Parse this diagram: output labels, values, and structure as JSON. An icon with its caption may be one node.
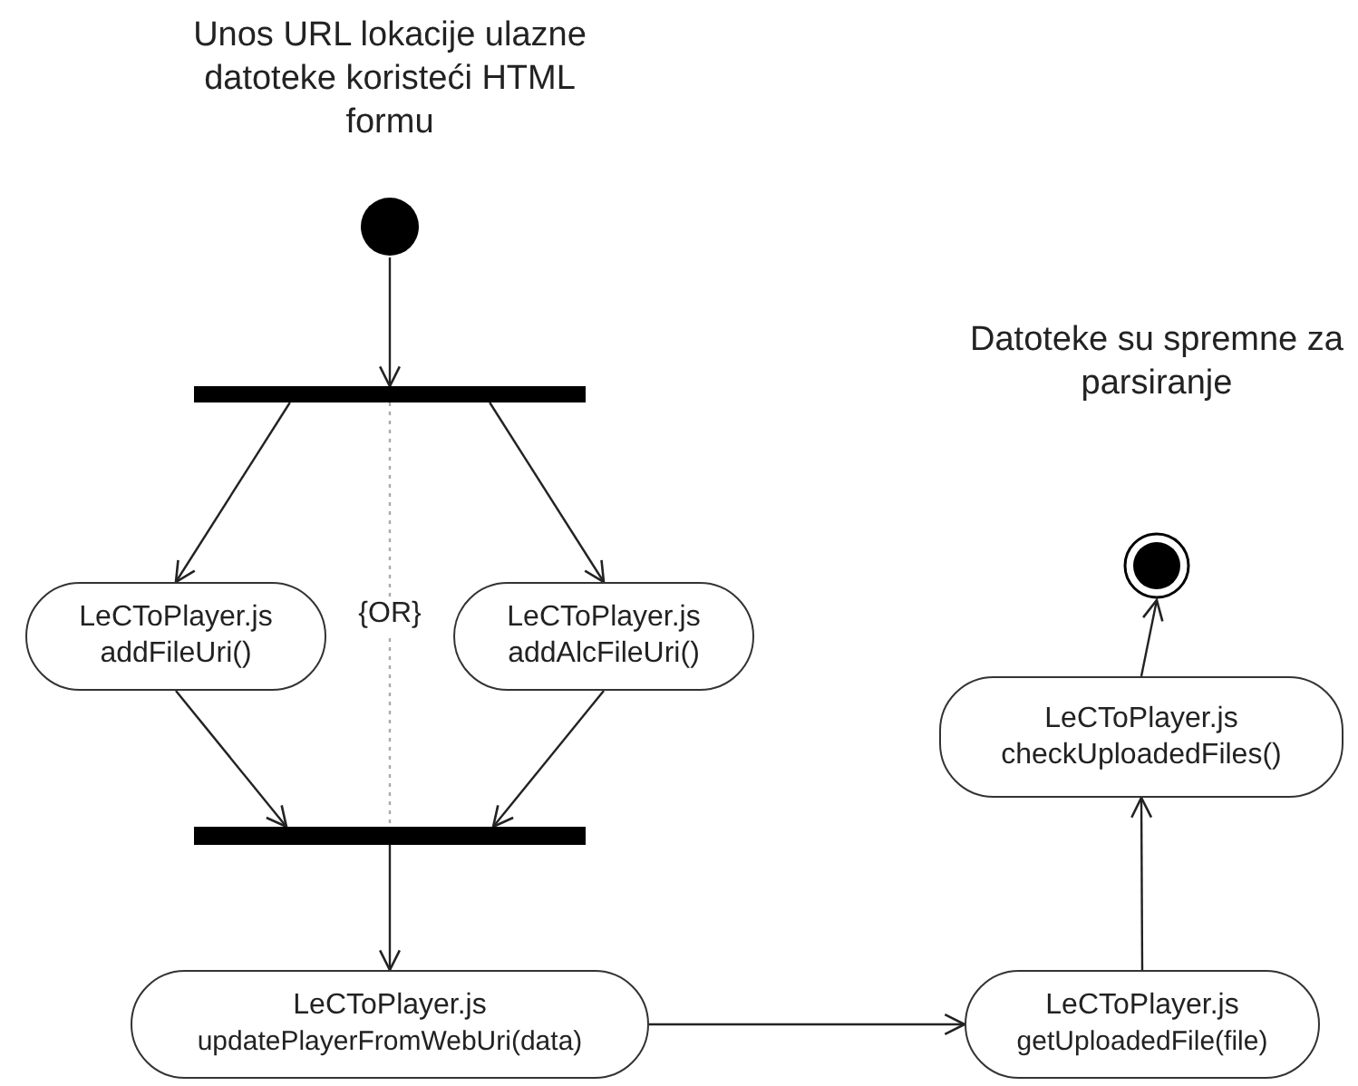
{
  "diagram": {
    "nodes": [
      {
        "text": [
          "Unos URL lokacije ulazne datoteke koristeći HTML formu"
        ]
      },
      {
        "text": [],
        "shape": "bar"
      },
      {
        "text": [
          "LeCToPlayer.js",
          "addFileUri()"
        ]
      },
      {
        "text": [
          "LeCToPlayer.js",
          "addAlcFileUri()"
        ]
      },
      {
        "text": [],
        "shape": "bar"
      },
      {
        "text": [
          "LeCToPlayer.js",
          "updatePlayerFromWebUri(data)"
        ]
      },
      {
        "text": [
          "LeCToPlayer.js",
          "getUploadedFile(file)"
        ]
      },
      {
        "text": [
          "LeCToPlayer.js",
          "checkUploadedFiles()"
        ]
      },
      {
        "text": [
          "Datoteke su spremne za parsiranje"
        ]
      }
    ],
    "edges": [
      {
        "from": 0,
        "to": 1,
        "arrow": "to"
      },
      {
        "from": 1,
        "to": 2,
        "arrow": "to"
      },
      {
        "from": 1,
        "to": 3,
        "arrow": "to"
      },
      {
        "from": 2,
        "to": 4,
        "arrow": "to"
      },
      {
        "from": 3,
        "to": 4,
        "arrow": "to"
      },
      {
        "from": 1,
        "to": 4,
        "arrow": "none",
        "label": "{OR}",
        "style": "dashed",
        "color": "#aaaaaa"
      },
      {
        "from": 4,
        "to": 5,
        "arrow": "to"
      },
      {
        "from": 5,
        "to": 6,
        "arrow": "to"
      },
      {
        "from": 6,
        "to": 7,
        "arrow": "to"
      },
      {
        "from": 7,
        "to": 8,
        "arrow": "to"
      }
    ]
  }
}
